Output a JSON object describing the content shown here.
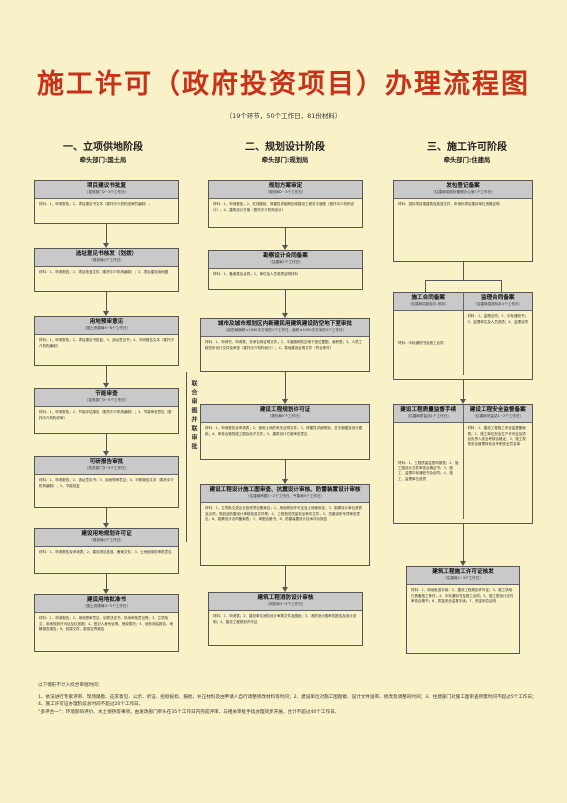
{
  "title": "施工许可（政府投资项目）办理流程图",
  "subtitle": "（19个环节，50个工作日，81份材料）",
  "phases": [
    {
      "name": "一、立项供地阶段",
      "dept": "牵头部门:国土局"
    },
    {
      "name": "二、规划设计阶段",
      "dept": "牵头部门:规划局"
    },
    {
      "name": "三、施工许可阶段",
      "dept": "牵头部门:住建局"
    }
  ],
  "col1": [
    {
      "name": "项目建议书批复",
      "dept": "（发改部门2~3个工作日）",
      "body": "材料：1、申请报告；2、项目建议书文本（委托中介机构送审的编制）；"
    },
    {
      "name": "选址意见书核发（划拨）",
      "dept": "（规划局2个工作日）",
      "body": "材料：1、申请报告；2、项目批准文件（委托中介机构编制）；3、项目建设用地图"
    },
    {
      "name": "用地预审意见",
      "dept": "（国土资源局5~8个工作日）",
      "body": "材料：1、申请报告；2、项目建议书批复；3、选址意见书；4、可研报告文本（委托中介机构编制）"
    },
    {
      "name": "节能审查",
      "dept": "（发改部门3~5个工作日）",
      "body": "材料：1、申请报告；2、节能评估报告（委托中介机构编制）；3、节能审查意见（委托中介机构评审）"
    },
    {
      "name": "可研报告审批",
      "dept": "（发改部门3~5个工作日）",
      "body": "材料：1、申请报告；2、选址意见书；3、用地预审意见；4、可研报告文本（委托中介机构编制）；5、节能批复"
    },
    {
      "name": "建设用地规划许可证",
      "dept": "（规划局2个工作日）",
      "body": "材料：1、申请报告及申请表；2、建设项目批准、备案文件；3、土地使用权审批意见"
    },
    {
      "name": "建设用地批准书",
      "dept": "（国土资源局3~5个工作日）",
      "body": "材料：1、申请报告；2、用地预审意见、划拨决定书、供地审批意见等；3、立项批文、用地规划许可证及红线图；4、登记人身份证明、授权委托；5、地形测绘报告、地籍调查报告；6、权属文件、勘测定界报告"
    }
  ],
  "col2": [
    {
      "name": "规划方案审定",
      "dept": "（规划局2~3个工作日）",
      "body": "材料：1、申请报告；2、红线图纸、修建性详细规划或建设工程总平面图（委托中介机构设计）；4、建筑设计方案（委托中介机构设计）"
    },
    {
      "name": "勘察设计合同备案",
      "dept": "（住建局2个工作日）",
      "body": "材料：1、备案表及合同；2、单位及人员资质证明材料"
    },
    {
      "name": "城市及城市规划区内新建民用建筑建设防空地下室审批",
      "dept": "（民防局面积<1000平方米的1个工作日，面积≥1000平方米的3个工作日）",
      "body": "材料：1、申请书、申请表、总承包商证明文件；2、平面图和防空地下室位置图、面积表；3、人防工程初步设计文件及审查（委托中介机构设计）；4、易地建设证明文件（符合条件）"
    },
    {
      "name": "建设工程规划许可证",
      "dept": "（规划局5个工作日）",
      "body": "材料：1、申请报告及申请表；2、使用土地的有关证明文件；3、修建性详细规划、总平面图及设计图纸；4、审查合格的施工图及电子文件；5、建筑设计方案审查意见"
    },
    {
      "name": "建设工程设计施工图审查、抗震设计审核、防雷装置设计审核",
      "dept": "（住建局审图1~2个工作日，气象局5个工作日）",
      "body": "材料：1、立项批文或企业投资项目备案证；2、用地规划许可证及土地使用证；3、勘察设计单位资质及合同，规划及防雷设计审核批准文件等；4、工程相关质量安全条件文件；5、抗震设防专项审查意见；6、勘察设计合同备案表；7、审图合格书；8、防雷装置设计技术评价报告"
    },
    {
      "name": "建筑工程消防设计审核",
      "dept": "（消防局3~5个工作日）",
      "body": "材料：1、申请表；2、建设单位消防设计审核文件及图纸；3、消防设计图审查报告及设计说明；4、建设工程规划许可证"
    }
  ],
  "col3": [
    {
      "name": "发包登记备案",
      "dept": "（住建局招投标管理办公室1个工作日）",
      "body": "材料：招标项目报建表及批准文件、申请标项目建设单位资格证明"
    },
    {
      "name": "施工合同备案",
      "dept": "（住建局招投标办-即办）",
      "body": "材料：中标通知书及施工合同"
    },
    {
      "name": "监理合同备案",
      "dept": "（住建局招投标办1个工作日）",
      "body": "材料：1、监理合同；2、中标通知书；3、监理单位及人员资质；4、监理合同"
    },
    {
      "name": "建设工程质量监督手续",
      "dept": "（住建局质监站1个工作日）",
      "body": "材料：1、工程质量监督申报表；2、施工图设计文件审查合格证书；3、施工、监理中标通知书及合同；4、施工、监理单位资质"
    },
    {
      "name": "建设工程安全监督备案",
      "dept": "（住建局安监站1~2个工作日）",
      "body": "材料：1、建设工程施工安全监督备案表；2、施工单位安全生产许可证及项目负责人安全考核合格证；3、施工现场安全管理体系及专职安全员名单"
    },
    {
      "name": "建筑工程施工许可证核发",
      "dept": "（住建局2~3个工作日）",
      "body": "材料：1、用地批准手续；2、建设工程规划许可证；3、施工场地已具备施工条件；4、中标通知书及施工合同；5、施工图设计文件审查合格书；6、质量安全监督手续；7、资金到位证明"
    }
  ],
  "side_label": "联合审图并联审批",
  "notes": {
    "heading": "以下情形不计入综合审批时间：",
    "line1": "1、依法进行专家评审、现场踏勘、征求意见、公示、听证、招标投标、报批、补正材料及由申请人自行调整修改材料等时间；2、建设单位对施工图勘察、设计文件送审、修改及调整的时间；3、住建部门对施工图审查所需时间不超过5个工作日；4、施工许可证办理阶段总时间不超过20个工作日。",
    "line2": "“多评合一”：环境影响评价、水土保持等事项，由发改部门牵头在35个工作日内完成评审，与相关审批手续办理同步开展，合计不超过40个工作日。"
  }
}
